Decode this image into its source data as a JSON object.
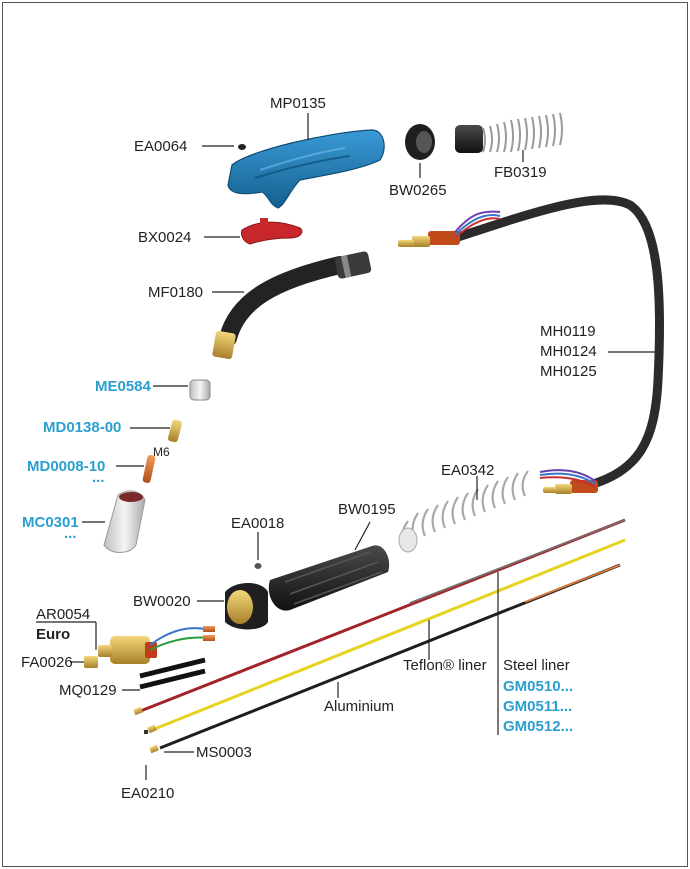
{
  "parts": {
    "mp0135": "MP0135",
    "ea0064": "EA0064",
    "bw0265": "BW0265",
    "fb0319": "FB0319",
    "bx0024": "BX0024",
    "mf0180": "MF0180",
    "mh0119": "MH0119",
    "mh0124": "MH0124",
    "mh0125": "MH0125",
    "me0584": "ME0584",
    "md0138": "MD0138-00",
    "m6": "M6",
    "md0008": "MD0008-10",
    "md0008_more": "...",
    "mc0301": "MC0301",
    "mc0301_more": "...",
    "ea0342": "EA0342",
    "ea0018": "EA0018",
    "bw0195": "BW0195",
    "bw0020": "BW0020",
    "ar0054": "AR0054",
    "euro": "Euro",
    "fa0026": "FA0026",
    "mq0129": "MQ0129",
    "teflon_liner": "Teflon® liner",
    "steel_liner": "Steel liner",
    "gm0510": "GM0510...",
    "gm0511": "GM0511...",
    "gm0512": "GM0512...",
    "aluminium": "Aluminium",
    "ms0003": "MS0003",
    "ea0210": "EA0210"
  },
  "colors": {
    "highlight_text": "#2a9fd0",
    "handle": "#1f78b4",
    "cable": "#2b2b2b",
    "brass": "#d9b14a",
    "copper": "#d9783a",
    "red_trigger": "#c8282c",
    "liner_red": "#a3232a",
    "liner_yellow": "#e6d21f",
    "liner_black": "#1e1e1e"
  },
  "icons": [
    "torch-handle-icon",
    "spring-icon",
    "nozzle-icon",
    "cable-icon",
    "euro-connector-icon"
  ]
}
